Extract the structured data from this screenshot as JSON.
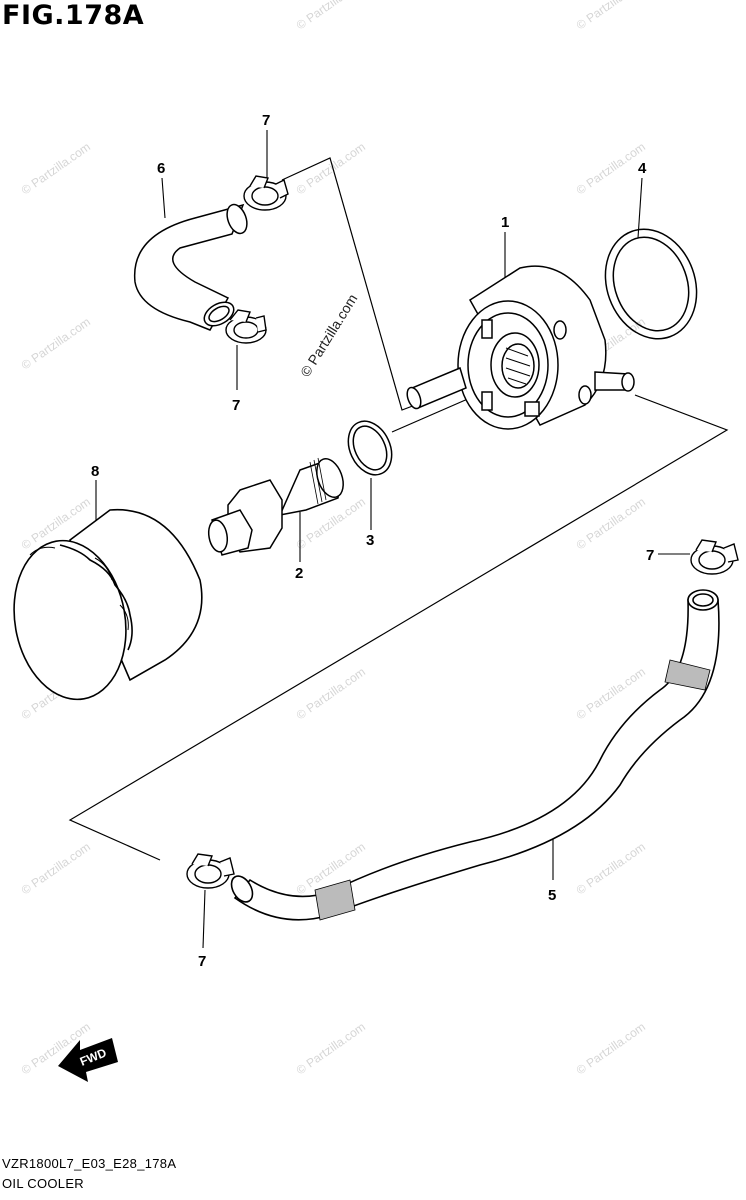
{
  "figure": {
    "title": "FIG.178A"
  },
  "callouts": [
    {
      "number": "1",
      "part": "oil-cooler"
    },
    {
      "number": "2",
      "part": "union-bolt"
    },
    {
      "number": "3",
      "part": "o-ring"
    },
    {
      "number": "4",
      "part": "o-ring"
    },
    {
      "number": "5",
      "part": "hose"
    },
    {
      "number": "6",
      "part": "hose"
    },
    {
      "number": "7",
      "part": "clamp"
    },
    {
      "number": "7",
      "part": "clamp"
    },
    {
      "number": "7",
      "part": "clamp"
    },
    {
      "number": "7",
      "part": "clamp"
    },
    {
      "number": "8",
      "part": "oil-filter"
    }
  ],
  "watermark": {
    "text": "© Partzilla.com"
  },
  "fwd_arrow": {
    "label": "FWD"
  },
  "footer": {
    "code": "VZR1800L7_E03_E28_178A",
    "name": "OIL COOLER"
  }
}
